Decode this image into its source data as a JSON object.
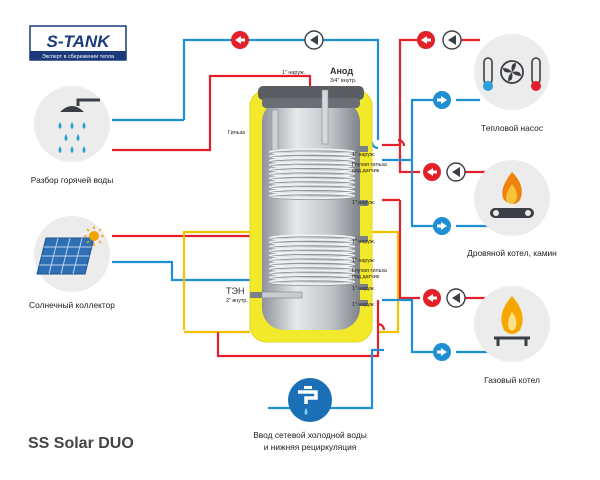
{
  "brand": {
    "logo_text": "S-TANK",
    "tagline": "Эксперт в сбережении тепла",
    "colors": {
      "navy": "#1a3a7a",
      "red": "#e3202a"
    }
  },
  "product_title": "SS Solar DUO",
  "colors": {
    "hot_line": "#e3202a",
    "cold_line": "#1f8fd3",
    "loop_line": "#f2c200",
    "tank_jacket": "#f2e92a",
    "tank_steel": "#b9bdc2",
    "icon_circle": "#ececec"
  },
  "icons": {
    "shower": "shower-icon",
    "solar": "solar-panel-icon",
    "heat_pump": "heat-pump-icon",
    "wood": "firewood-icon",
    "gas": "gas-flame-icon",
    "tap": "water-tap-icon",
    "pump": "circulation-pump-icon",
    "arrow_hot": "red-arrow-icon",
    "arrow_cold": "blue-arrow-icon"
  },
  "left": {
    "hot_water_label": "Разбор горячей воды",
    "solar_label": "Солнечный коллектор"
  },
  "right": {
    "heat_pump_label": "Тепловой насос",
    "wood_label": "Дровяной котел, камин",
    "gas_label": "Газовый котел"
  },
  "bottom": {
    "inlet_line1": "Ввод  сетевой холодной воды",
    "inlet_line2": "и нижняя рециркуляция"
  },
  "tank_labels": {
    "anode": "Анод",
    "anode_thread": "3/4\" внутр.",
    "top_outer": "1\" наруж.",
    "sleeve": "Гильза",
    "coil1_top": "1\" наруж.",
    "blind_sleeve1_l1": "Глухая гильза",
    "blind_sleeve1_l2": "под датчик",
    "coil1_bottom": "1\" наруж.",
    "coil1_bottom2": "1\" наруж.",
    "coil2_top": "1\" наруж.",
    "blind_sleeve2_l1": "Глухая гильза",
    "blind_sleeve2_l2": "под датчик",
    "coil2_bottom": "1\" наруж.",
    "heater": "ТЭН",
    "heater_thread": "2\" внутр.",
    "bottom_outer": "1\" наруж."
  }
}
